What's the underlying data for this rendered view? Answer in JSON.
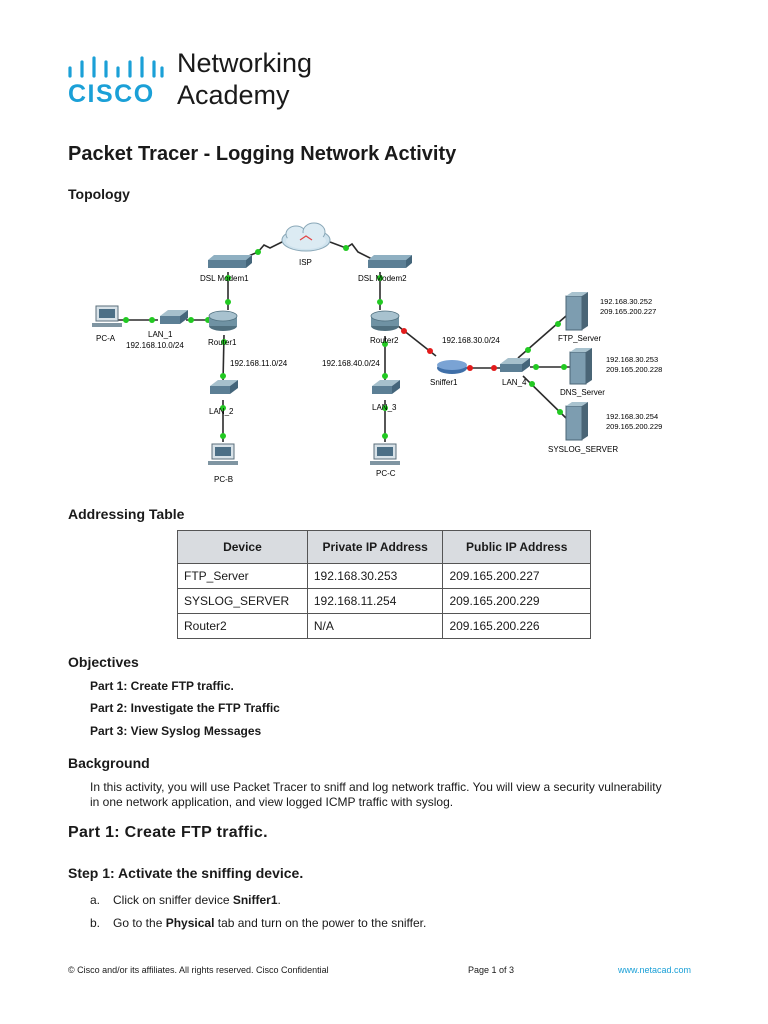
{
  "logo": {
    "brand": "CISCO",
    "line1": "Networking",
    "line2": "Academy",
    "accent_color": "#1ba0d7"
  },
  "document": {
    "title": "Packet Tracer - Logging Network Activity"
  },
  "topology": {
    "heading": "Topology",
    "labels": {
      "isp": "ISP",
      "dsl_modem1": "DSL Modem1",
      "dsl_modem2": "DSL Modem2",
      "pc_a": "PC-A",
      "lan_1": "LAN_1",
      "lan_1_net": "192.168.10.0/24",
      "router1": "Router1",
      "router1_net": "192.168.11.0/24",
      "lan_2": "LAN_2",
      "pc_b": "PC-B",
      "router2": "Router2",
      "router2_net": "192.168.40.0/24",
      "lan_3": "LAN_3",
      "pc_c": "PC-C",
      "lan_4_net": "192.168.30.0/24",
      "sniffer1": "Sniffer1",
      "lan_4": "LAN_4",
      "ftp_server": "FTP_Server",
      "ftp_ip1": "192.168.30.252",
      "ftp_ip2": "209.165.200.227",
      "dns_server": "DNS_Server",
      "dns_ip1": "192.168.30.253",
      "dns_ip2": "209.165.200.228",
      "syslog_server": "SYSLOG_SERVER",
      "syslog_ip1": "192.168.30.254",
      "syslog_ip2": "209.165.200.229"
    },
    "icons": [
      "cloud-icon",
      "modem-icon",
      "router-icon",
      "switch-icon",
      "pc-icon",
      "server-icon",
      "sniffer-icon"
    ],
    "link_color": "#2b2b2b",
    "port_up_color": "#22c922",
    "port_down_color": "#e21b1b"
  },
  "addressing_table": {
    "heading": "Addressing Table",
    "columns": [
      "Device",
      "Private IP Address",
      "Public IP Address"
    ],
    "rows": [
      [
        "FTP_Server",
        "192.168.30.253",
        "209.165.200.227"
      ],
      [
        "SYSLOG_SERVER",
        "192.168.11.254",
        "209.165.200.229"
      ],
      [
        "Router2",
        "N/A",
        "209.165.200.226"
      ]
    ]
  },
  "objectives": {
    "heading": "Objectives",
    "items": [
      "Part 1: Create FTP traffic.",
      "Part 2: Investigate the FTP Traffic",
      "Part 3: View Syslog Messages"
    ]
  },
  "background": {
    "heading": "Background",
    "line1": "In this activity, you will use Packet Tracer to sniff and log network traffic. You will view a security vulnerability",
    "line2": "in one network application, and view logged ICMP traffic with syslog."
  },
  "part1": {
    "heading": "Part 1: Create FTP traffic.",
    "step1_heading": "Step 1: Activate the sniffing device.",
    "steps": [
      {
        "label": "a.",
        "pre": "Click on sniffer device ",
        "bold": "Sniffer1",
        "post": "."
      },
      {
        "label": "b.",
        "pre": "Go to the ",
        "bold": "Physical",
        "post": " tab and turn on the power to the sniffer."
      }
    ]
  },
  "footer": {
    "copyright": "© Cisco and/or its affiliates. All rights reserved. Cisco Confidential",
    "page": "Page 1 of 3",
    "site": "www.netacad.com"
  }
}
